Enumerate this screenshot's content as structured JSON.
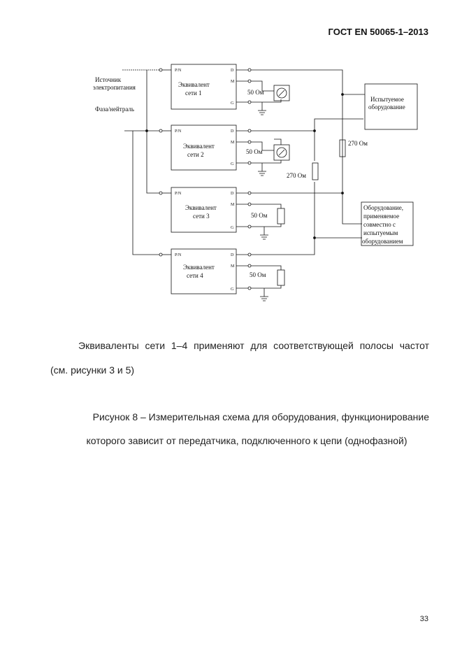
{
  "header": {
    "standard": "ГОСТ EN 50065-1–2013"
  },
  "diagram": {
    "source_label": "Источник\nэлектропитания",
    "phase_label": "Фаза/нейтраль",
    "networks": [
      {
        "title1": "Эквивалент",
        "title2": "сети 1",
        "pin_pn": "P/N",
        "pin_d": "D",
        "pin_m": "M",
        "pin_g": "G",
        "load": "50 Ом",
        "load_type": "meter"
      },
      {
        "title1": "Эквивалент",
        "title2": "сети 2",
        "pin_pn": "P/N",
        "pin_d": "D",
        "pin_m": "M",
        "pin_g": "G",
        "load": "50 Ом",
        "load_type": "meter"
      },
      {
        "title1": "Эквивалент",
        "title2": "сети 3",
        "pin_pn": "P/N",
        "pin_d": "D",
        "pin_m": "M",
        "pin_g": "G",
        "load": "50 Ом",
        "load_type": "resistor"
      },
      {
        "title1": "Эквивалент",
        "title2": "сети 4",
        "pin_pn": "P/N",
        "pin_d": "D",
        "pin_m": "M",
        "pin_g": "G",
        "load": "50 Ом",
        "load_type": "resistor"
      }
    ],
    "eut_label1": "Испытуемое",
    "eut_label2": "оборудование",
    "aux_label": [
      "Оборудование,",
      "применяемое",
      "совместно с",
      "испытуемым",
      "оборудованием"
    ],
    "r270_a": "270 Ом",
    "r270_b": "270 Ом"
  },
  "text": {
    "note_line1": "Эквиваленты сети 1–4 применяют для соответствующей полосы частот",
    "note_line2": "(см. рисунки 3 и 5)",
    "caption_line1": "Рисунок 8 – Измерительная схема для оборудования, функционирование",
    "caption_line2": "которого зависит от передатчика, подключенного к цепи (однофазной)"
  },
  "footer": {
    "page_number": "33"
  }
}
